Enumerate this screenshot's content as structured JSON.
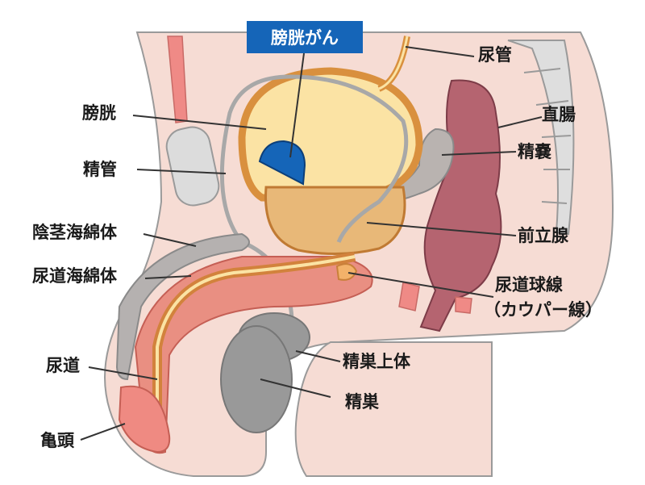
{
  "callout": {
    "label": "膀胱がん"
  },
  "labels": {
    "ureter": "尿管",
    "bladder": "膀胱",
    "rectum": "直腸",
    "seminal_vesicle": "精嚢",
    "vas_deferens": "精管",
    "prostate": "前立腺",
    "corpus_cavernosum": "陰茎海綿体",
    "corpus_spongiosum": "尿道海綿体",
    "bulbourethral_gland_1": "尿道球線",
    "bulbourethral_gland_2": "（カウパー線）",
    "epididymis": "精巣上体",
    "urethra": "尿道",
    "testis": "精巣",
    "glans": "亀頭"
  },
  "colors": {
    "skin": "#f6dcd4",
    "outline": "#9a9a9a",
    "bladder_fill": "#fbe3a4",
    "bladder_wall": "#d9903e",
    "prostate": "#e8b878",
    "tumor": "#1565b8",
    "rectum": "#b56470",
    "testis": "#999999",
    "pubic_bone": "#dcdcdc",
    "spine": "#c8c8c8",
    "penis_outer": "#e98f82",
    "penis_inner": "#d2823c"
  }
}
